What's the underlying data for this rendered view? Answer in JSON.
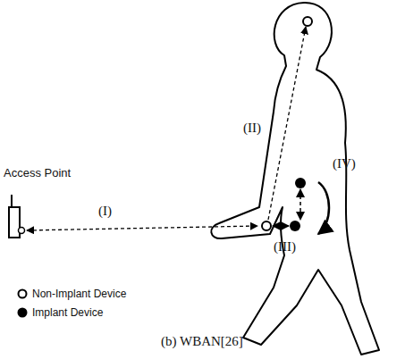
{
  "diagram": {
    "caption": "(b) WBAN[26]",
    "nodes": [
      {
        "text": [
          "Access Point"
        ]
      }
    ],
    "labels": [
      "(I)",
      "(II)",
      "(III)",
      "(IV)"
    ],
    "legend": [
      {
        "text": "Non-Implant Device"
      },
      {
        "text": "Implant Device"
      }
    ]
  }
}
